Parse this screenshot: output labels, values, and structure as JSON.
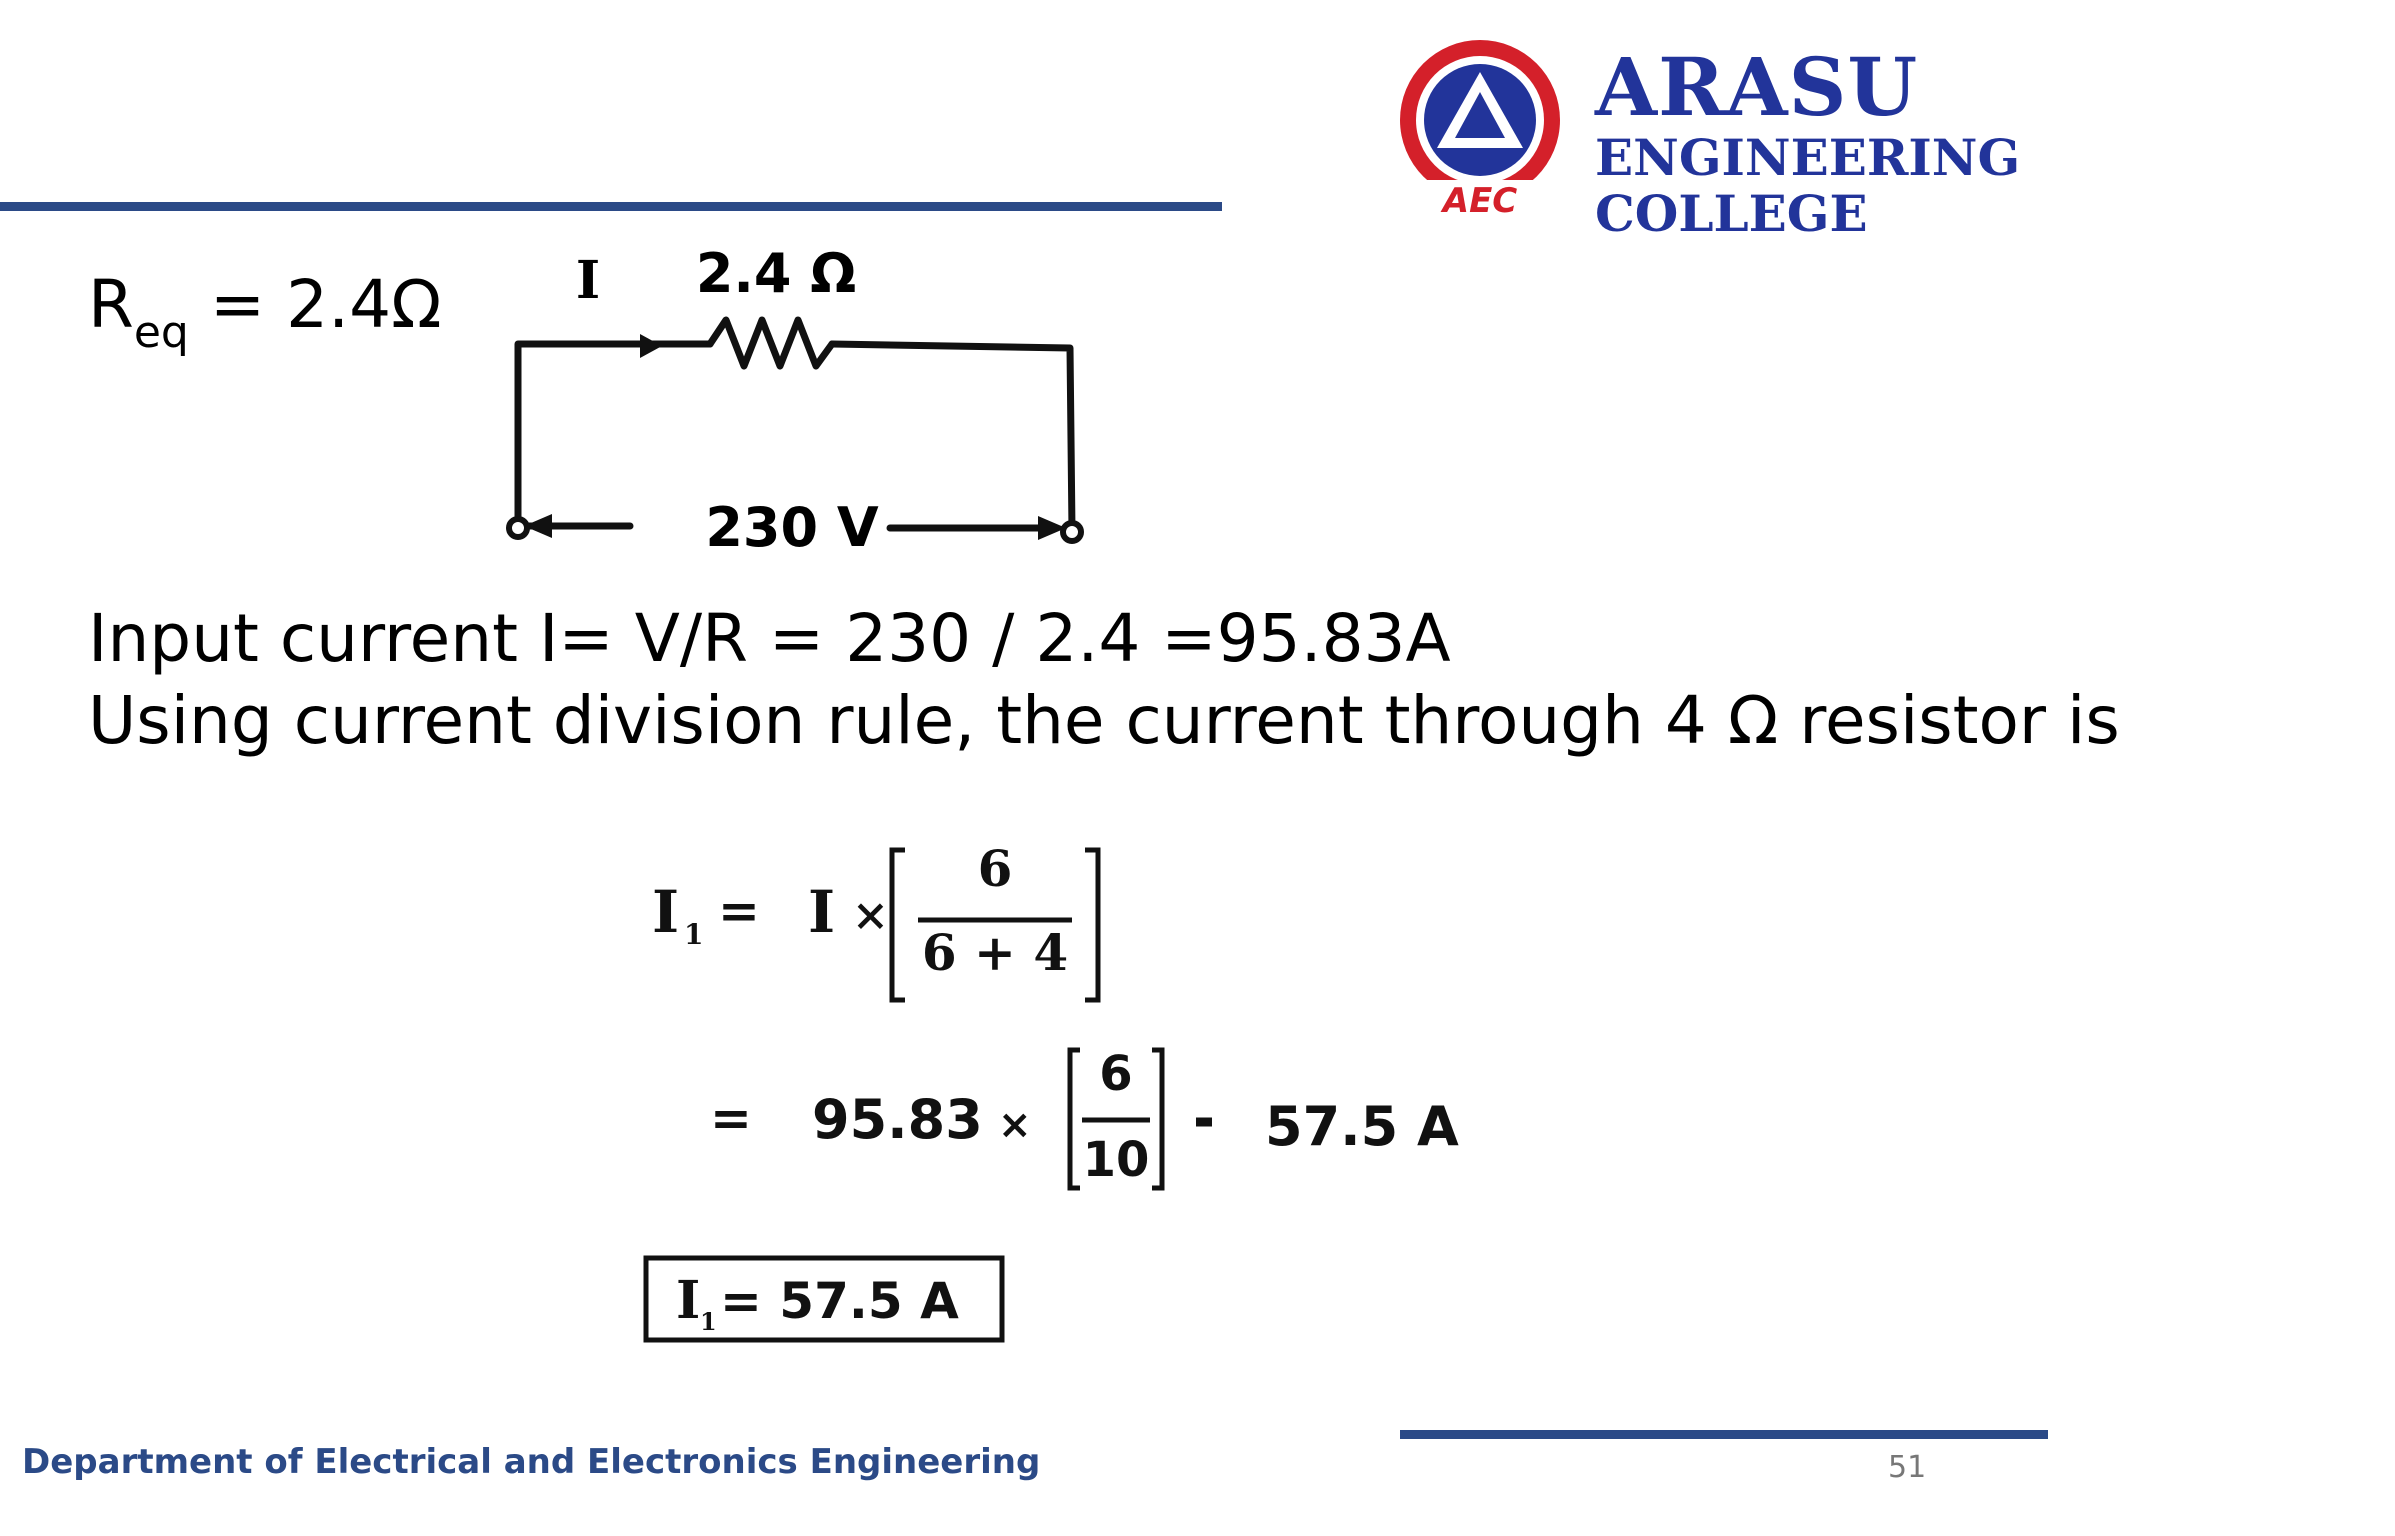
{
  "logo": {
    "line1": "ARASU",
    "line2": "ENGINEERING",
    "line3": "COLLEGE",
    "seal_ring_text": "ARASU ENGINEERING COLLEGE",
    "seal_abbrev": "AEC",
    "colors": {
      "red": "#d4202a",
      "blue": "#22349a"
    }
  },
  "req": {
    "symbol": "R",
    "subscript": "eq",
    "rest": " = 2.4Ω"
  },
  "circuit": {
    "current_label": "I",
    "resistor_label": "2.4 Ω",
    "voltage_label": "230 V"
  },
  "text": {
    "line1": "Input current I= V/R = 230 / 2.4 =95.83A",
    "line2": "Using current division rule, the current through 4 Ω resistor is"
  },
  "math": {
    "i1": "I",
    "i1_sub": "1",
    "eq": "=",
    "i": "I",
    "times": "×",
    "num1": "6",
    "den1": "6 + 4",
    "value": "95.83",
    "num2": "6",
    "den2": "10",
    "result": "57.5 A",
    "boxed": "= 57.5 A"
  },
  "footer": {
    "department": "Department of Electrical and Electronics Engineering",
    "page": "51"
  },
  "colors": {
    "accent": "#2b4a87"
  }
}
